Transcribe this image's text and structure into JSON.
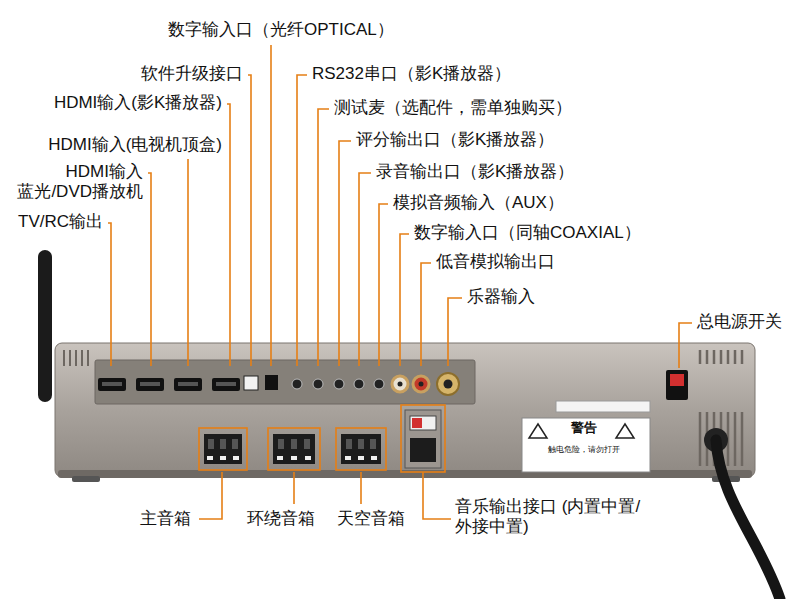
{
  "diagram": {
    "labels": [
      "数字输入口（光纤OPTICAL）",
      "软件升级接口",
      "RS232串口（影K播放器）",
      "HDMI输入(影K播放器)",
      "测试麦（选配件，需单独购买）",
      "HDMI输入(电视机顶盒)",
      "评分输出口（影K播放器）",
      "HDMI输入 蓝光/DVD播放机",
      "录音输出口（影K播放器）",
      "模拟音频输入（AUX）",
      "TV/RC输出",
      "数字输入口（同轴COAXIAL）",
      "低音模拟输出口",
      "乐器输入",
      "总电源开关",
      "警告",
      "触电危险，请勿打开",
      "主音箱",
      "环绕音箱",
      "天空音箱",
      "音乐输出接口 (内置中置/外接中置)"
    ]
  }
}
